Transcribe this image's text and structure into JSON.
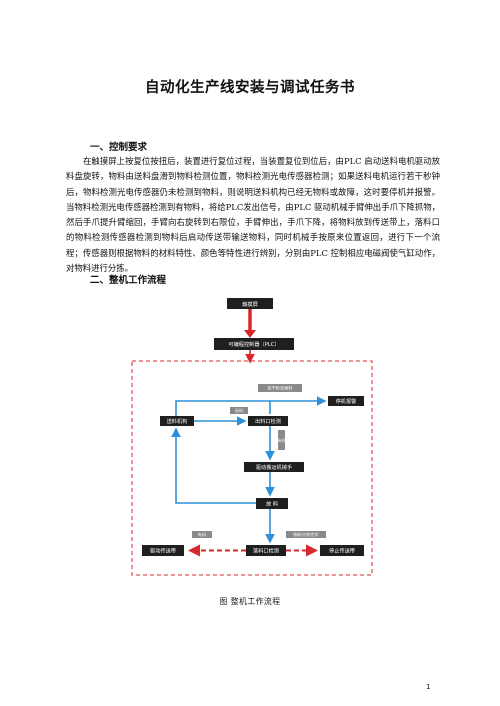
{
  "document": {
    "title": "自动化生产线安装与调试任务书",
    "section1": {
      "heading": "一、控制要求",
      "paragraph": "在触摸屏上按复位按扭后，装置进行复位过程，当装置复位到位后，由PLC 启动送料电机驱动放料盘旋转，物料由送料盘滑到物料检测位置，物料检测光电传感器检测；如果送料电机运行若干秒钟后，物料检测光电传感器仍未检测到物料，则说明送料机构已经无物料或故障，这时要停机并报警。当物料检测光电传感器检测到有物料，将给PLC发出信号，由PLC 驱动机械手臂伸出手爪下降抓物，然后手爪提升臂缩回，手臂向右旋转到右限位，手臂伸出，手爪下降，将物料放到传送带上，落料口的物料检测传感器检测到物料后启动传送带输送物料，同时机械手按原来位置返回，进行下一个流程；传感器则根据物料的材料特性、颜色等特性进行辨别，分别由PLC 控制相应电磁阀使气缸动作，对物料进行分拣。"
    },
    "section2": {
      "heading": "二、整机工作流程"
    },
    "flowchart": {
      "touchscreen": "触摸屏",
      "plc": "可编程控制器（PLC）",
      "alarm": "停机报警",
      "feeder": "送料机构",
      "outlet": "出料口检测",
      "manipulator": "驱动搬运机械手",
      "drop": "放  料",
      "conveyor_drive": "驱动传送带",
      "drop_sensor": "落料口检测",
      "conveyor_stop": "停止传送带",
      "tag_timeout": "若干秒无物料",
      "tag_no": "无料",
      "tag_yes": "有料",
      "tag_has": "有料",
      "tag_sorted": "物料分拣完毕",
      "colors": {
        "box": "#1f1f1f",
        "blue": "#2f8fd8",
        "red": "#d8272d",
        "tag": "#8a8a8a"
      }
    },
    "caption": "图    整机工作流程",
    "page_number": "1"
  }
}
